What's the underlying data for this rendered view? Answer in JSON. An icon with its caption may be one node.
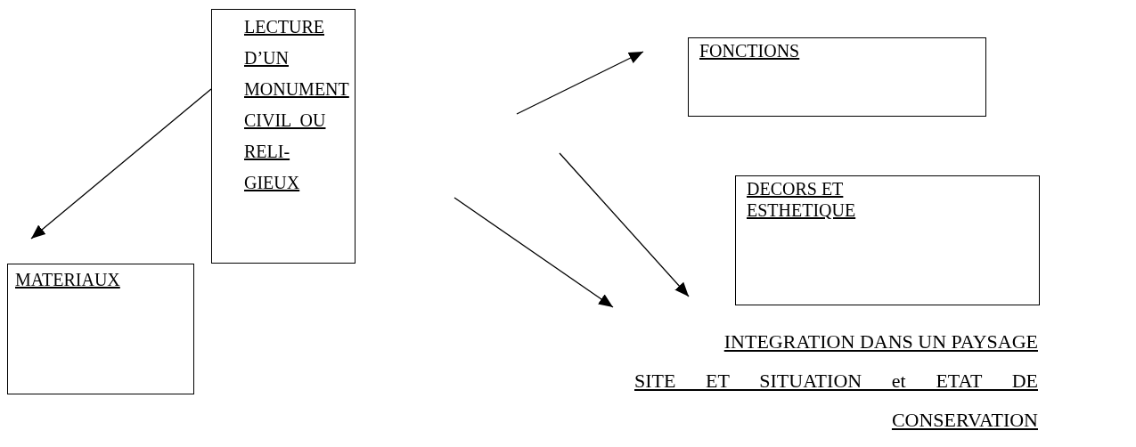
{
  "diagram": {
    "nodes": [
      {
        "text": [
          "LECTURE D’UN MONUMENT CIVIL OU RELI- GIEUX"
        ]
      },
      {
        "text": [
          "FONCTIONS"
        ]
      },
      {
        "text": [
          "DECORS ET ESTHETIQUE"
        ]
      },
      {
        "text": [
          "MATERIAUX"
        ]
      },
      {
        "text": [
          "INTEGRATION DANS UN PAYSAGE",
          "SITE ET SITUATION et ETAT DE CONSERVATION"
        ]
      }
    ],
    "edges": [
      {
        "from": 0,
        "to": 3,
        "arrow": "to"
      },
      {
        "from": null,
        "to": 1,
        "arrow": "to"
      },
      {
        "from": null,
        "to": 4,
        "arrow": "to"
      },
      {
        "from": null,
        "to": 4,
        "arrow": "to"
      }
    ]
  }
}
